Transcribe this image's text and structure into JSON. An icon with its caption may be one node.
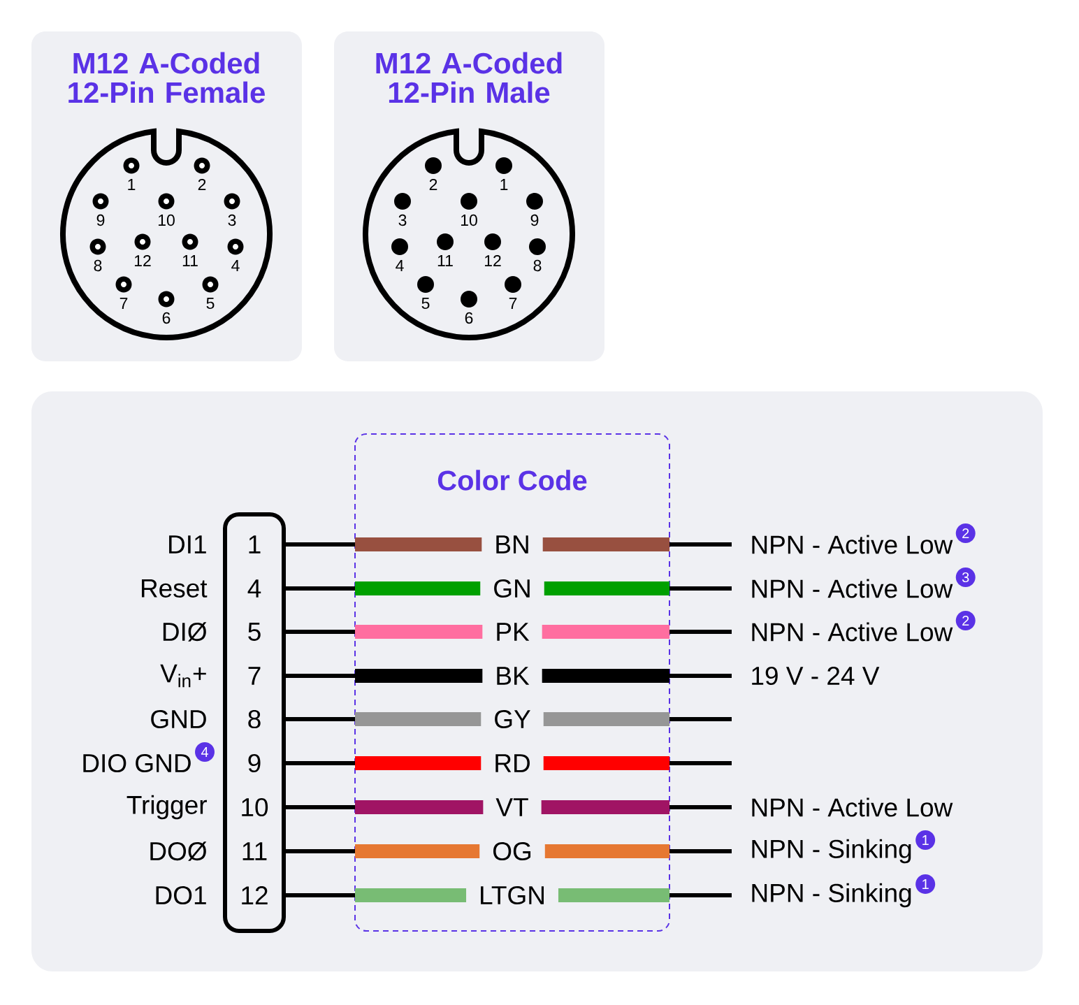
{
  "diagram": {
    "nodes": [
      {
        "text": [
          "M12 A-Coded 12-Pin Female"
        ]
      },
      {
        "text": [
          "M12 A-Coded 12-Pin Male"
        ]
      },
      {
        "text": [],
        "shape": "box"
      },
      {
        "text": [
          "1"
        ],
        "in": 2,
        "beside": [
          "DI1"
        ]
      },
      {
        "text": [
          "4"
        ],
        "in": 2,
        "beside": [
          "Reset"
        ]
      },
      {
        "text": [
          "5"
        ],
        "in": 2,
        "beside": [
          "DIØ"
        ]
      },
      {
        "text": [
          "7"
        ],
        "in": 2,
        "beside": [
          "V$_{in}$+"
        ]
      },
      {
        "text": [
          "8"
        ],
        "in": 2,
        "beside": [
          "GND"
        ]
      },
      {
        "text": [
          "9"
        ],
        "in": 2,
        "beside": [
          "DIO GND",
          "4"
        ]
      },
      {
        "text": [
          "10"
        ],
        "in": 2,
        "beside": [
          "Trigger"
        ]
      },
      {
        "text": [
          "11"
        ],
        "in": 2,
        "beside": [
          "DOØ"
        ]
      },
      {
        "text": [
          "12"
        ],
        "in": 2,
        "beside": [
          "DO1"
        ]
      },
      {
        "text": [
          "NPN - Active Low"
        ],
        "beside": [
          "2"
        ]
      },
      {
        "text": [
          "NPN - Active Low"
        ],
        "beside": [
          "3"
        ]
      },
      {
        "text": [
          "NPN - Active Low"
        ],
        "beside": [
          "2"
        ]
      },
      {
        "text": [
          "19 V - 24 V"
        ]
      },
      {
        "text": [
          "NPN - Active Low"
        ]
      },
      {
        "text": [
          "NPN - Sinking"
        ],
        "beside": [
          "1"
        ]
      },
      {
        "text": [
          "NPN - Sinking"
        ],
        "beside": [
          "1"
        ]
      }
    ],
    "edges": [
      {
        "from": 3,
        "to": 12,
        "arrow": "none",
        "label": "BN"
      },
      {
        "from": 4,
        "to": 13,
        "arrow": "none",
        "label": "GN"
      },
      {
        "from": 5,
        "to": 14,
        "arrow": "none",
        "label": "PK"
      },
      {
        "from": 6,
        "to": 15,
        "arrow": "none",
        "label": "BK"
      },
      {
        "from": 7,
        "to": null,
        "arrow": "none",
        "label": "GY"
      },
      {
        "from": 8,
        "to": null,
        "arrow": "none",
        "label": "RD"
      },
      {
        "from": 9,
        "to": 16,
        "arrow": "none",
        "label": "VT"
      },
      {
        "from": 10,
        "to": 17,
        "arrow": "none",
        "label": "OG"
      },
      {
        "from": 11,
        "to": 18,
        "arrow": "none",
        "label": "LTGN"
      }
    ],
    "labels": [
      "1",
      "2",
      "9",
      "10",
      "3",
      "8",
      "12",
      "11",
      "4",
      "7",
      "6",
      "5",
      "2",
      "1",
      "3",
      "10",
      "9",
      "4",
      "11",
      "12",
      "8",
      "5",
      "6",
      "7",
      "Color Code"
    ]
  }
}
